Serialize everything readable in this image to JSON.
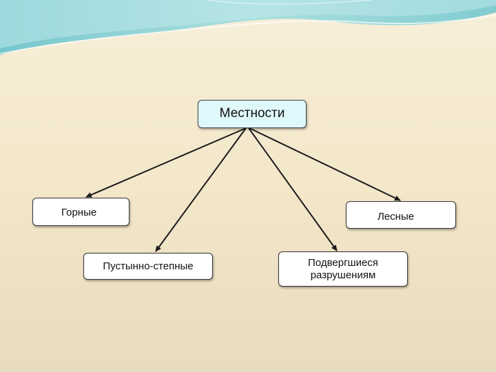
{
  "diagram": {
    "root": {
      "label": "Местности"
    },
    "children": [
      {
        "id": "mountain",
        "label": "Горные"
      },
      {
        "id": "forest",
        "label": "Лесные"
      },
      {
        "id": "desert",
        "label": "Пустынно-степные"
      },
      {
        "id": "damaged",
        "label": "Подвергшиеся\nразрушениям"
      }
    ],
    "edges": [
      {
        "from": "root",
        "to": "mountain"
      },
      {
        "from": "root",
        "to": "desert"
      },
      {
        "from": "root",
        "to": "damaged"
      },
      {
        "from": "root",
        "to": "forest"
      }
    ]
  },
  "colors": {
    "background": "#f3e6c8",
    "wave_teal": "#7fcfd6",
    "root_fill": "#dff8fb",
    "node_fill": "#ffffff",
    "line": "#1a1a1a"
  }
}
